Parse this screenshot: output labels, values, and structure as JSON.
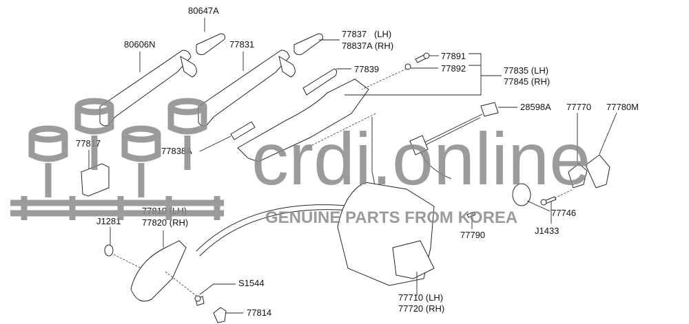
{
  "diagram": {
    "parts": {
      "p80647A": "80647A",
      "p80606N": "80606N",
      "p77831": "77831",
      "p77837": "77837   (LH)",
      "p78837A": "78837A (RH)",
      "p77839": "77839",
      "p77891": "77891",
      "p77892": "77892",
      "p77835": "77835 (LH)",
      "p77845": "77845 (RH)",
      "p28598A": "28598A",
      "p77780M": "77780M",
      "p77770": "77770",
      "p77746": "77746",
      "p77817": "77817",
      "p77838A": "77838A",
      "p77790": "77790",
      "pJ1433": "J1433",
      "p77810": "77810 (LH)",
      "p77820": "77820 (RH)",
      "pJ1281": "J1281",
      "pS1544": "S1544",
      "p77814": "77814",
      "p77710": "77710 (LH)",
      "p77720": "77720 (RH)"
    }
  },
  "watermark": {
    "brand": "crdi.online",
    "tagline": "GENUINE PARTS FROM KOREA"
  }
}
